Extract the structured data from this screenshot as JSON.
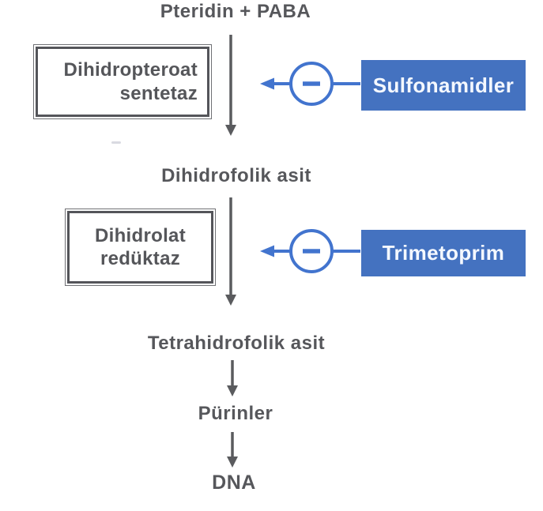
{
  "diagram": {
    "top_node": "Pteridin + PABA",
    "nodes": {
      "dihidrofolik": "Dihidrofolik asit",
      "tetrahidrofolik": "Tetrahidrofolik asit",
      "purinler": "Pürinler",
      "dna": "DNA"
    },
    "enzymes": [
      {
        "line1": "Dihidropteroat",
        "line2": "sentetaz"
      },
      {
        "line1": "Dihidrolat",
        "line2": "redüktaz"
      }
    ],
    "inhibitors": [
      {
        "label": "Sulfonamidler"
      },
      {
        "label": "Trimetoprim"
      }
    ],
    "icons": {
      "inhibition": "minus-in-circle-icon",
      "flow": "down-arrow-icon",
      "inhibit_direction": "left-arrow-icon"
    },
    "colors": {
      "inhibitor_fill": "#4472c0",
      "inhibitor_stroke": "#4274ce",
      "text_gray": "#55565a",
      "arrow_gray": "#5a5b5e"
    }
  }
}
